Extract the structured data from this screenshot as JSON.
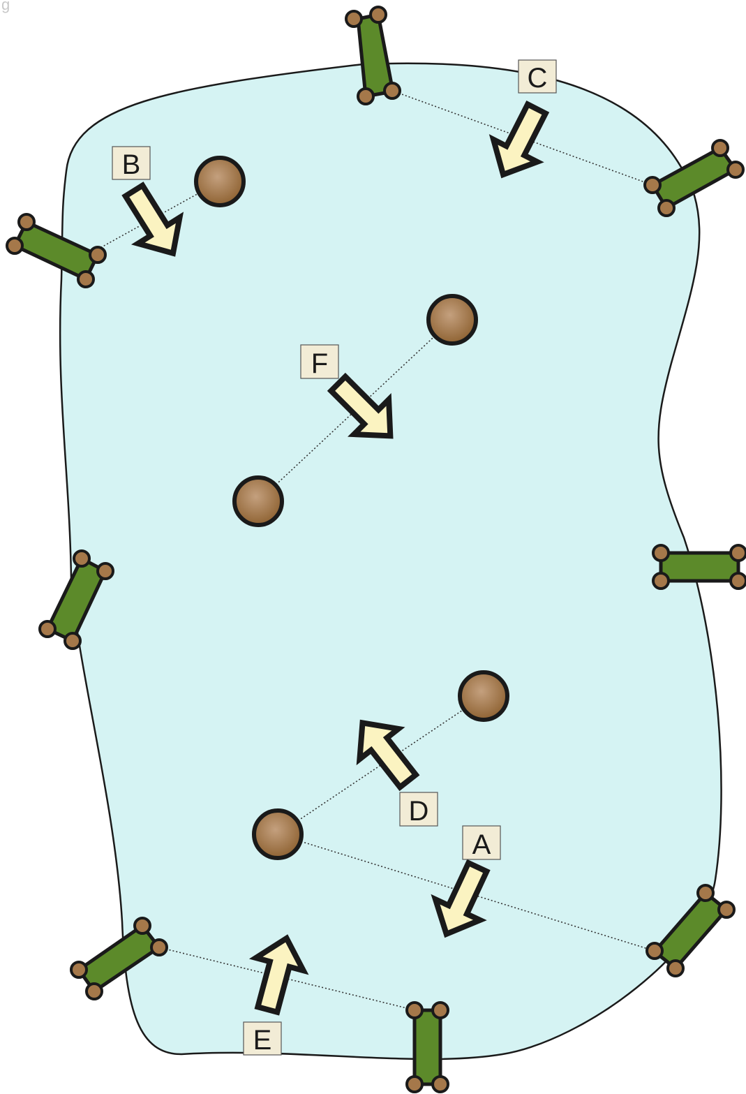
{
  "corner_mark": "g",
  "colors": {
    "cell": "#d5f3f3",
    "outline": "#1a1a1a",
    "rod": "#5c8a2a",
    "knob": "#a5784a",
    "particle": "#a5784a",
    "arrow": "#fbf3c1",
    "label_bg": "#f2ecd6"
  },
  "labels": {
    "A": "A",
    "B": "B",
    "C": "C",
    "D": "D",
    "E": "E",
    "F": "F"
  }
}
